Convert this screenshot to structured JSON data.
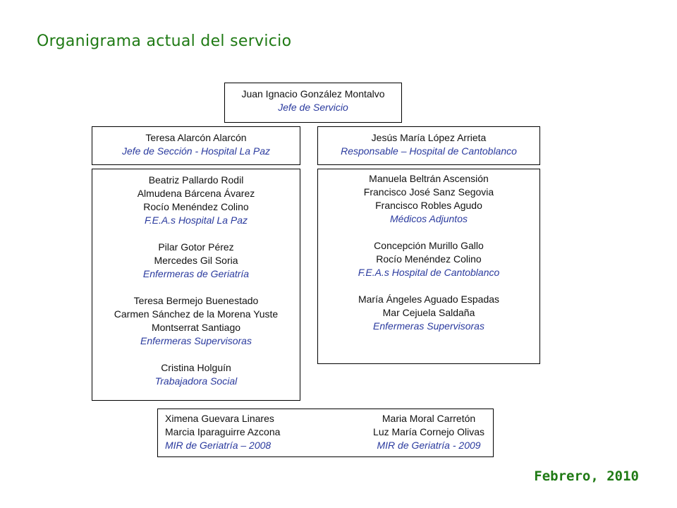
{
  "title": "Organigrama actual del servicio",
  "head": {
    "name": "Juan Ignacio González Montalvo",
    "role": "Jefe de Servicio"
  },
  "section_paz": {
    "name": "Teresa Alarcón Alarcón",
    "role": "Jefe de Sección - Hospital La Paz"
  },
  "section_canto": {
    "name": "Jesús María López Arrieta",
    "role": "Responsable – Hospital de Cantoblanco"
  },
  "staff_paz": [
    {
      "names": [
        "Beatriz Pallardo Rodil",
        "Almudena Bárcena Ávarez",
        "Rocío Menéndez Colino"
      ],
      "role": "F.E.A.s Hospital La Paz"
    },
    {
      "names": [
        "Pilar Gotor Pérez",
        "Mercedes Gil Soria"
      ],
      "role": "Enfermeras de Geriatría"
    },
    {
      "names": [
        "Teresa Bermejo Buenestado",
        "Carmen Sánchez de la Morena Yuste",
        "Montserrat Santiago"
      ],
      "role": "Enfermeras Supervisoras"
    },
    {
      "names": [
        "Cristina Holguín"
      ],
      "role": "Trabajadora Social"
    }
  ],
  "staff_canto": [
    {
      "names": [
        "Manuela Beltrán Ascensión",
        "Francisco José Sanz Segovia",
        "Francisco Robles Agudo"
      ],
      "role": "Médicos Adjuntos"
    },
    {
      "names": [
        "Concepción Murillo Gallo",
        "Rocío Menéndez Colino"
      ],
      "role": "F.E.A.s Hospital de Cantoblanco"
    },
    {
      "names": [
        "María Ángeles Aguado Espadas",
        "Mar Cejuela Saldaña"
      ],
      "role": "Enfermeras Supervisoras"
    }
  ],
  "mir": {
    "left": {
      "names": [
        "Ximena Guevara Linares",
        "Marcia Iparaguirre Azcona"
      ],
      "role": "MIR de Geriatría – 2008"
    },
    "right": {
      "names": [
        "Maria Moral Carretón",
        "Luz María Cornejo Olivas"
      ],
      "role": "MIR de Geriatría - 2009"
    }
  },
  "date": "Febrero, 2010",
  "colors": {
    "title": "#1f7a14",
    "role": "#2a3a9e",
    "border": "#000000"
  }
}
